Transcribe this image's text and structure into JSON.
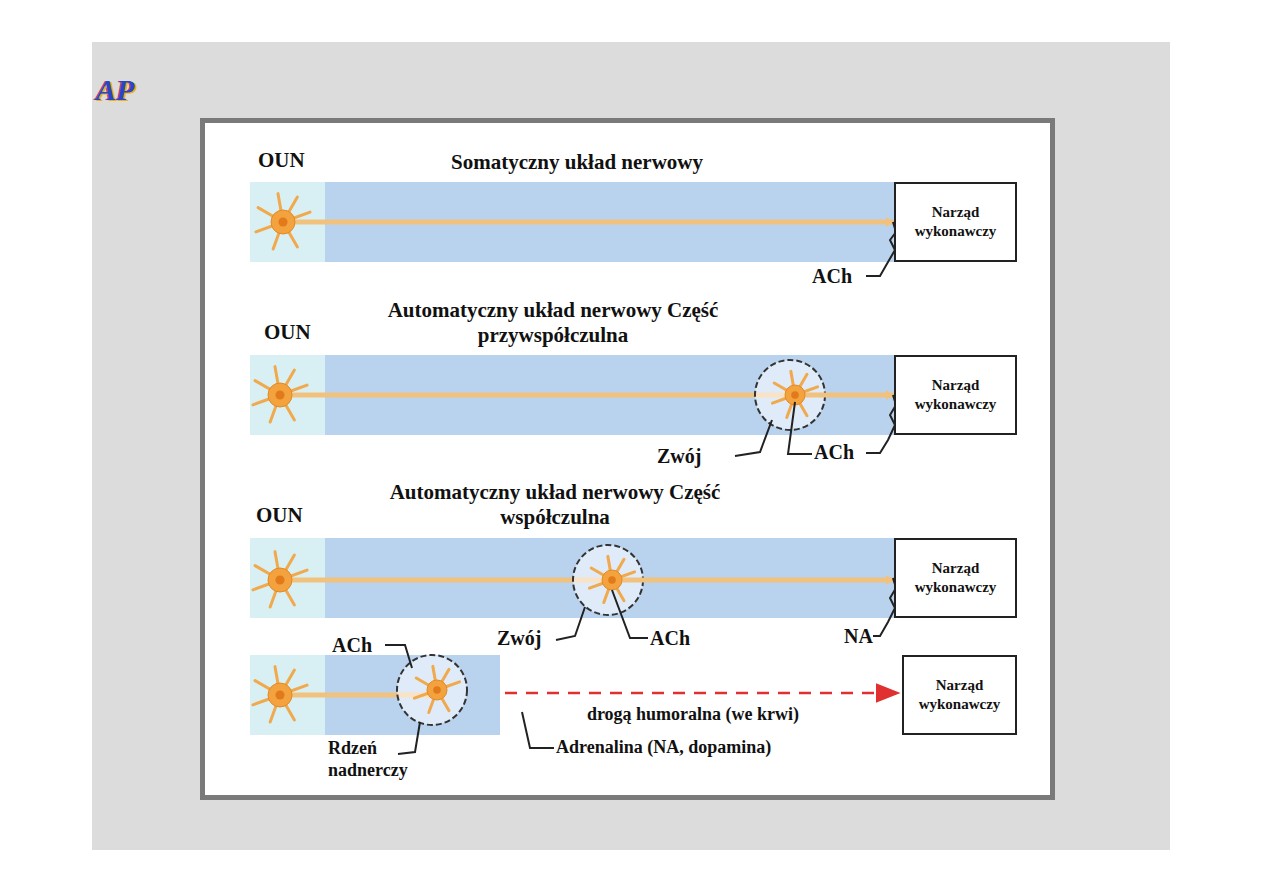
{
  "diagram": {
    "nodes": [
      {
        "text": [
          "Narząd wykonawczy"
        ]
      },
      {
        "text": [
          "Narząd wykonawczy"
        ]
      },
      {
        "text": [
          "Narząd wykonawczy"
        ]
      },
      {
        "text": [
          "Narząd wykonawczy"
        ]
      }
    ],
    "labels": [
      "AP",
      "OUN",
      "Somatyczny układ nerwowy",
      "ACh",
      "Automatyczny układ nerwowy Część przywspółczulna",
      "OUN",
      "Zwój",
      "ACh",
      "Automatyczny układ nerwowy Część współczulna",
      "OUN",
      "Zwój",
      "ACh",
      "NA",
      "ACh",
      "drogą humoralna (we krwi)",
      "Rdzeń nadnerczy",
      "Adrenalina (NA, dopamina)"
    ]
  }
}
